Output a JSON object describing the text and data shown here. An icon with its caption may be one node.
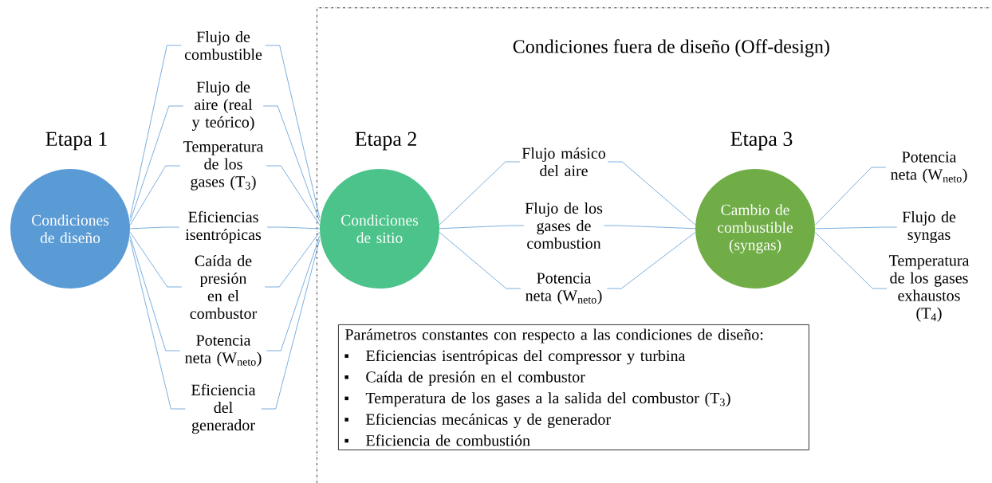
{
  "diagram": {
    "nodes": [
      {
        "text": [
          "Etapa 1",
          "Condiciones de diseño"
        ]
      },
      {
        "text": [
          "Flujo de combustible"
        ]
      },
      {
        "text": [
          "Flujo de aire (real y teórico)"
        ]
      },
      {
        "text": [
          "Temperatura de los gases (T$_{3}$)"
        ]
      },
      {
        "text": [
          "Eficiencias isentrópicas"
        ]
      },
      {
        "text": [
          "Caída de presión en el combustor"
        ]
      },
      {
        "text": [
          "Potencia neta (W$_{neto}$)"
        ]
      },
      {
        "text": [
          "Eficiencia del generador"
        ]
      },
      {
        "text": [
          "Condiciones fuera de diseño (Off-design)"
        ]
      },
      {
        "text": [
          "Etapa 2",
          "Condiciones de sitio"
        ],
        "in": 8
      },
      {
        "text": [
          "Flujo másico del aire"
        ],
        "in": 8
      },
      {
        "text": [
          "Flujo de los gases de combustion"
        ],
        "in": 8
      },
      {
        "text": [
          "Potencia neta (W$_{neto}$)"
        ],
        "in": 8
      },
      {
        "text": [
          "Etapa 3",
          "Cambio de combustible (syngas)"
        ],
        "in": 8
      },
      {
        "text": [
          "Potencia neta (W$_{neto}$)"
        ],
        "in": 8
      },
      {
        "text": [
          "Flujo de syngas"
        ],
        "in": 8
      },
      {
        "text": [
          "Temperatura de los gases exhaustos (T$_{4}$)"
        ],
        "in": 8
      },
      {
        "text": [
          "Parámetros constantes con respecto a las condiciones de diseño:",
          "Eficiencias isentrópicas del compressor y turbina",
          "Caída de presión en el combustor",
          "Temperatura de los gases a la salida del combustor (T$_{3}$)",
          "Eficiencias mecánicas y de generador",
          "Eficiencia de combustión"
        ],
        "in": 8
      }
    ],
    "edges": [
      {
        "from": 0,
        "to": 1,
        "arrow": "none"
      },
      {
        "from": 0,
        "to": 2,
        "arrow": "none"
      },
      {
        "from": 0,
        "to": 3,
        "arrow": "none"
      },
      {
        "from": 0,
        "to": 4,
        "arrow": "none"
      },
      {
        "from": 0,
        "to": 5,
        "arrow": "none"
      },
      {
        "from": 0,
        "to": 6,
        "arrow": "none"
      },
      {
        "from": 0,
        "to": 7,
        "arrow": "none"
      },
      {
        "from": 1,
        "to": 9,
        "arrow": "none"
      },
      {
        "from": 2,
        "to": 9,
        "arrow": "none"
      },
      {
        "from": 3,
        "to": 9,
        "arrow": "none"
      },
      {
        "from": 4,
        "to": 9,
        "arrow": "none"
      },
      {
        "from": 5,
        "to": 9,
        "arrow": "none"
      },
      {
        "from": 6,
        "to": 9,
        "arrow": "none"
      },
      {
        "from": 7,
        "to": 9,
        "arrow": "none"
      },
      {
        "from": 9,
        "to": 10,
        "arrow": "none"
      },
      {
        "from": 9,
        "to": 11,
        "arrow": "none"
      },
      {
        "from": 9,
        "to": 12,
        "arrow": "none"
      },
      {
        "from": 10,
        "to": 13,
        "arrow": "none"
      },
      {
        "from": 11,
        "to": 13,
        "arrow": "none"
      },
      {
        "from": 12,
        "to": 13,
        "arrow": "none"
      },
      {
        "from": 13,
        "to": 14,
        "arrow": "none"
      },
      {
        "from": 13,
        "to": 15,
        "arrow": "none"
      },
      {
        "from": 13,
        "to": 16,
        "arrow": "none"
      }
    ]
  }
}
